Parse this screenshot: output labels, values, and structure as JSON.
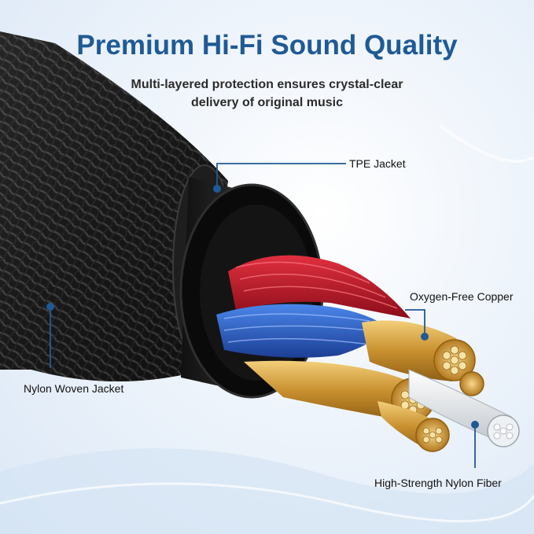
{
  "header": {
    "title": "Premium Hi-Fi Sound Quality",
    "subtitle_line1": "Multi-layered protection ensures crystal-clear",
    "subtitle_line2": "delivery of original music"
  },
  "labels": {
    "tpe_jacket": "TPE Jacket",
    "oxygen_free_copper": "Oxygen-Free Copper",
    "nylon_woven_jacket": "Nylon Woven Jacket",
    "nylon_fiber": "High-Strength Nylon Fiber"
  },
  "colors": {
    "title": "#1f5a96",
    "callout_line": "#1f5a96",
    "red_wires": "#c4162a",
    "blue_wires": "#2a5fc9",
    "copper_wires": "#d9a441",
    "jacket": "#1b1b1b"
  }
}
